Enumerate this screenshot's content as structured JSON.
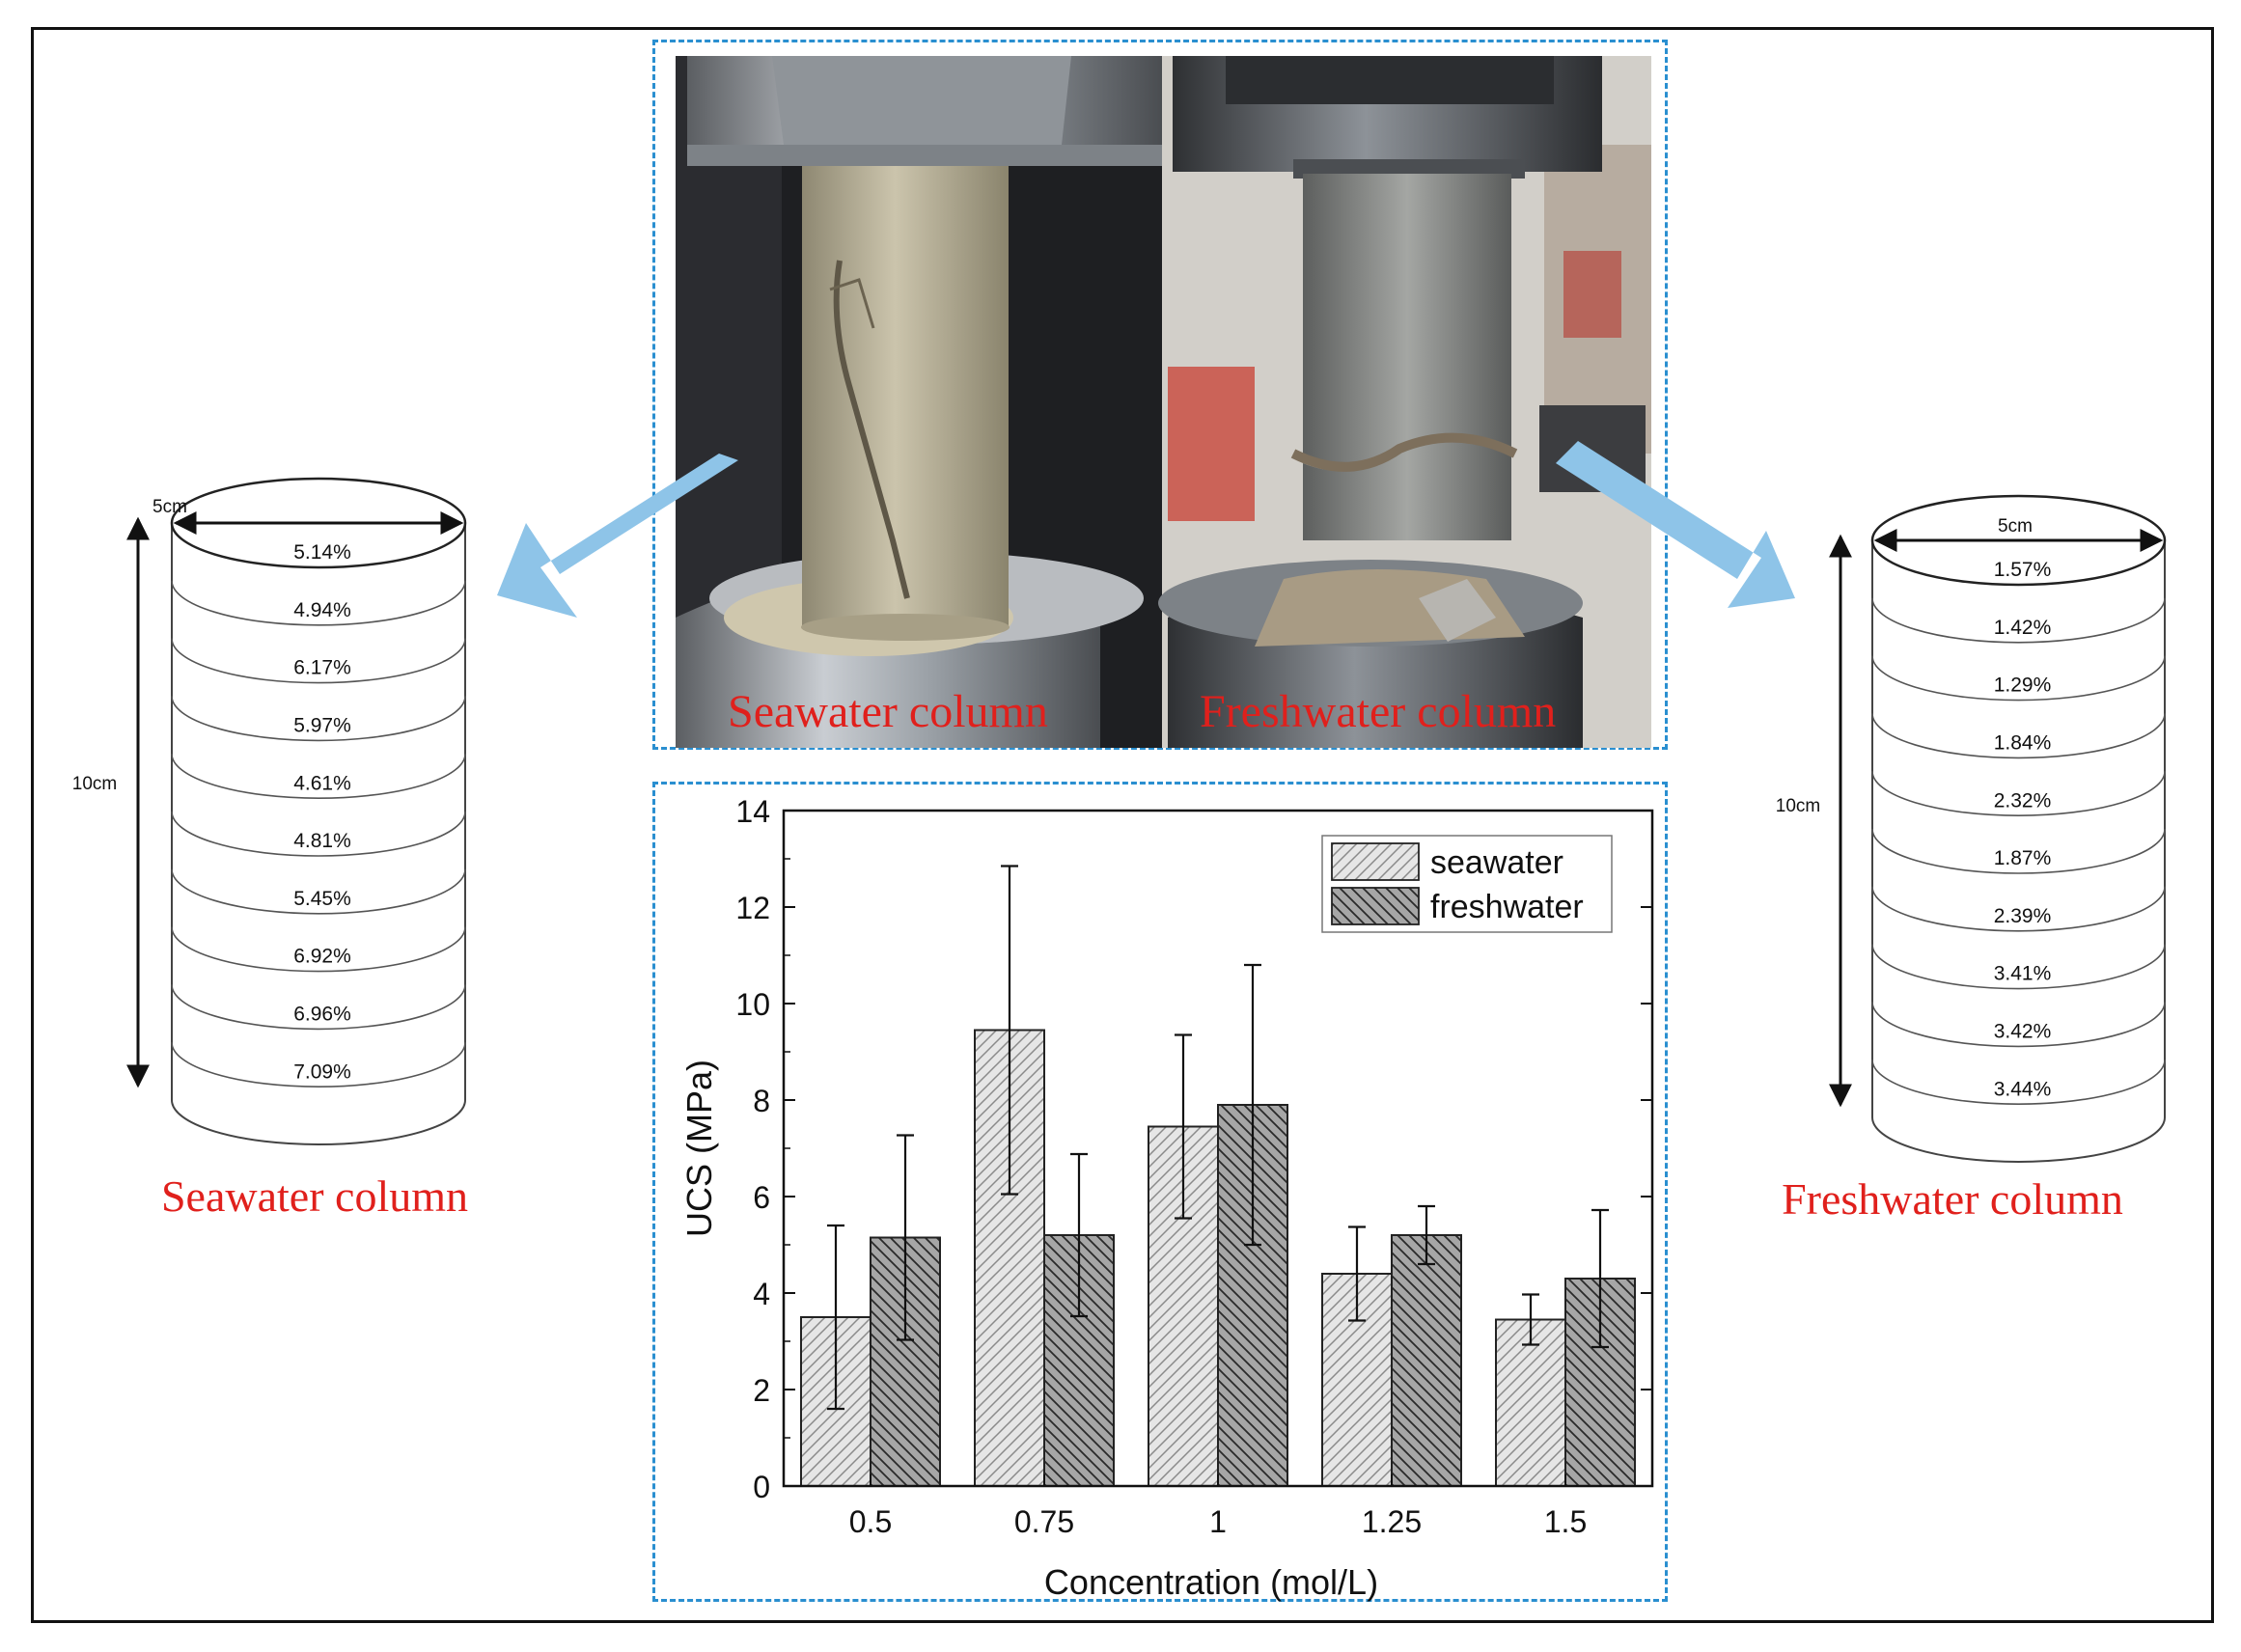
{
  "photo": {
    "left_caption": "Seawater column",
    "right_caption": "Freshwater column"
  },
  "seawater_column": {
    "title": "Seawater column",
    "diameter_label": "5cm",
    "height_label": "10cm",
    "layers": [
      "5.14%",
      "4.94%",
      "6.17%",
      "5.97%",
      "4.61%",
      "4.81%",
      "5.45%",
      "6.92%",
      "6.96%",
      "7.09%"
    ]
  },
  "freshwater_column": {
    "title": "Freshwater column",
    "diameter_label": "5cm",
    "height_label": "10cm",
    "layers": [
      "1.57%",
      "1.42%",
      "1.29%",
      "1.84%",
      "2.32%",
      "1.87%",
      "2.39%",
      "3.41%",
      "3.42%",
      "3.44%"
    ]
  },
  "colors": {
    "caption_red": "#e0201c",
    "arrow_blue": "#8ec4e8",
    "frame_blue": "#2a8fd0",
    "seawater_bar": "#e6e6e6",
    "freshwater_bar": "#a6a6a6"
  },
  "chart_data": {
    "type": "bar",
    "xlabel": "Concentration (mol/L)",
    "ylabel": "UCS (MPa)",
    "ylim": [
      0,
      14
    ],
    "yticks": [
      "0",
      "2",
      "4",
      "6",
      "8",
      "10",
      "12",
      "14"
    ],
    "categories": [
      "0.5",
      "0.75",
      "1",
      "1.25",
      "1.5"
    ],
    "legend_position": "top-right",
    "series": [
      {
        "name": "seawater",
        "pattern": "hatch-forward",
        "values": [
          3.5,
          9.45,
          7.45,
          4.4,
          3.45
        ],
        "errors": [
          1.9,
          3.4,
          1.9,
          0.97,
          0.52
        ]
      },
      {
        "name": "freshwater",
        "pattern": "hatch-backward",
        "values": [
          5.15,
          5.2,
          7.9,
          5.2,
          4.3
        ],
        "errors": [
          2.12,
          1.68,
          2.9,
          0.6,
          1.42
        ]
      }
    ]
  }
}
